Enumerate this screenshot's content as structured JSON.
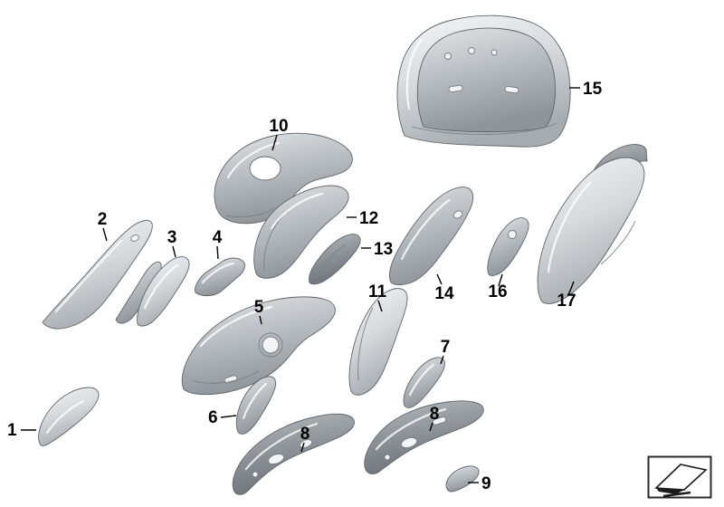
{
  "diagram": {
    "type": "exploded-parts-diagram",
    "description": "Exploded view of painted body panels with numbered callouts",
    "colors": {
      "part_light": "#e9ebed",
      "part_mid": "#b9bec2",
      "part_dark": "#8d9297",
      "outline": "#5f656b",
      "label": "#000000",
      "background": "#ffffff"
    },
    "callouts": [
      {
        "id": "1",
        "label": "1"
      },
      {
        "id": "2",
        "label": "2"
      },
      {
        "id": "3",
        "label": "3"
      },
      {
        "id": "4",
        "label": "4"
      },
      {
        "id": "5",
        "label": "5"
      },
      {
        "id": "6",
        "label": "6"
      },
      {
        "id": "7",
        "label": "7"
      },
      {
        "id": "8a",
        "label": "8"
      },
      {
        "id": "8b",
        "label": "8"
      },
      {
        "id": "9",
        "label": "9"
      },
      {
        "id": "10",
        "label": "10"
      },
      {
        "id": "11",
        "label": "11"
      },
      {
        "id": "12",
        "label": "12"
      },
      {
        "id": "13",
        "label": "13"
      },
      {
        "id": "14",
        "label": "14"
      },
      {
        "id": "15",
        "label": "15"
      },
      {
        "id": "16",
        "label": "16"
      },
      {
        "id": "17",
        "label": "17"
      }
    ],
    "legend": {
      "icon": "painted-part-icon"
    }
  }
}
